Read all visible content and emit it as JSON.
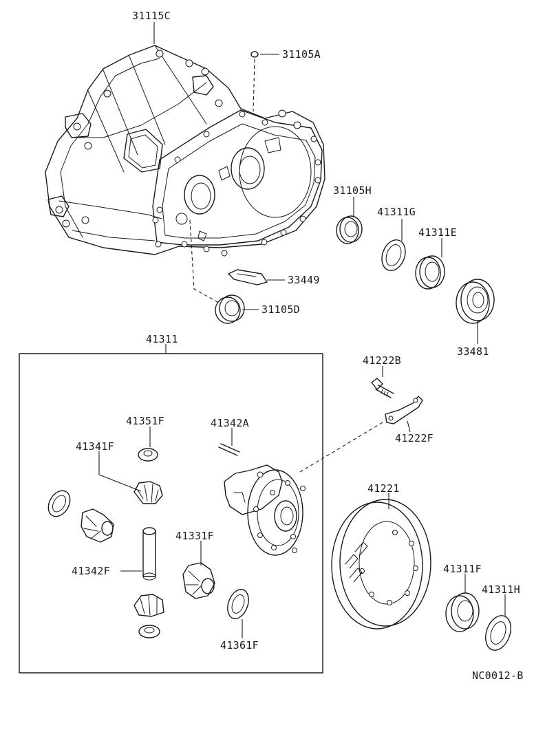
{
  "diagram": {
    "labels": {
      "p31115C": "31115C",
      "p31105A": "31105A",
      "p31105H": "31105H",
      "p41311G": "41311G",
      "p41311E": "41311E",
      "p33449": "33449",
      "p31105D": "31105D",
      "p33481": "33481",
      "p41311": "41311",
      "p41222B": "41222B",
      "p41222F": "41222F",
      "p41351F": "41351F",
      "p41342A": "41342A",
      "p41341F": "41341F",
      "p41331F": "41331F",
      "p41342F": "41342F",
      "p41361F": "41361F",
      "p41221": "41221",
      "p41311F": "41311F",
      "p41311H": "41311H"
    },
    "figure_code": "NC0012-B"
  }
}
